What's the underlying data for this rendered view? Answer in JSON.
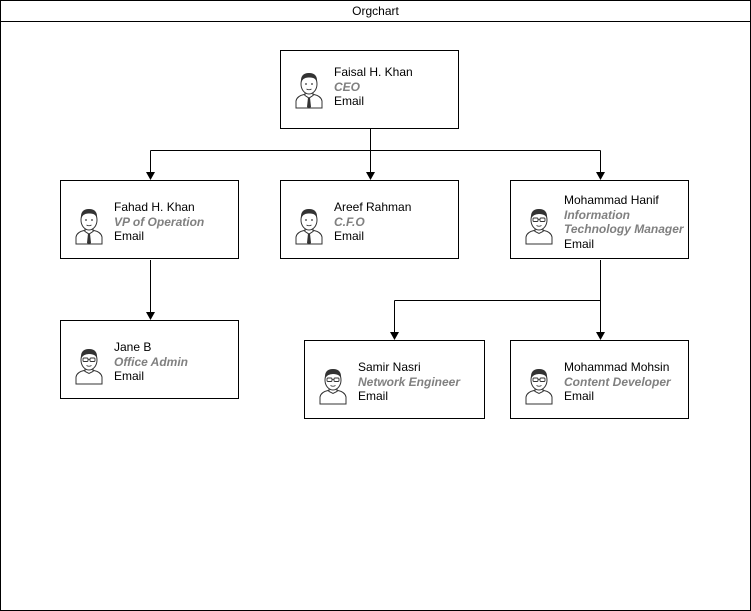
{
  "title": "Orgchart",
  "nodes": {
    "ceo": {
      "name": "Faisal H. Khan",
      "role": "CEO",
      "email": "Email",
      "avatar": "man-avatar-icon"
    },
    "vp": {
      "name": "Fahad H. Khan",
      "role": "VP of Operation",
      "email": "Email",
      "avatar": "man-avatar-icon"
    },
    "cfo": {
      "name": "Areef Rahman",
      "role": "C.F.O",
      "email": "Email",
      "avatar": "man-avatar-icon"
    },
    "itm": {
      "name": "Mohammad Hanif",
      "role_line1": "Information",
      "role_line2": "Technology Manager",
      "email": "Email",
      "avatar": "man-glasses-avatar-icon"
    },
    "admin": {
      "name": "Jane B",
      "role": "Office Admin",
      "email": "Email",
      "avatar": "man-glasses-avatar-icon"
    },
    "neteng": {
      "name": "Samir Nasri",
      "role": "Network Engineer",
      "email": "Email",
      "avatar": "man-glasses-avatar-icon"
    },
    "content": {
      "name": "Mohammad Mohsin",
      "role": "Content Developer",
      "email": "Email",
      "avatar": "man-glasses-avatar-icon"
    }
  },
  "colors": {
    "border": "#000000",
    "role_text": "#808080",
    "avatar_stroke": "#333333"
  }
}
